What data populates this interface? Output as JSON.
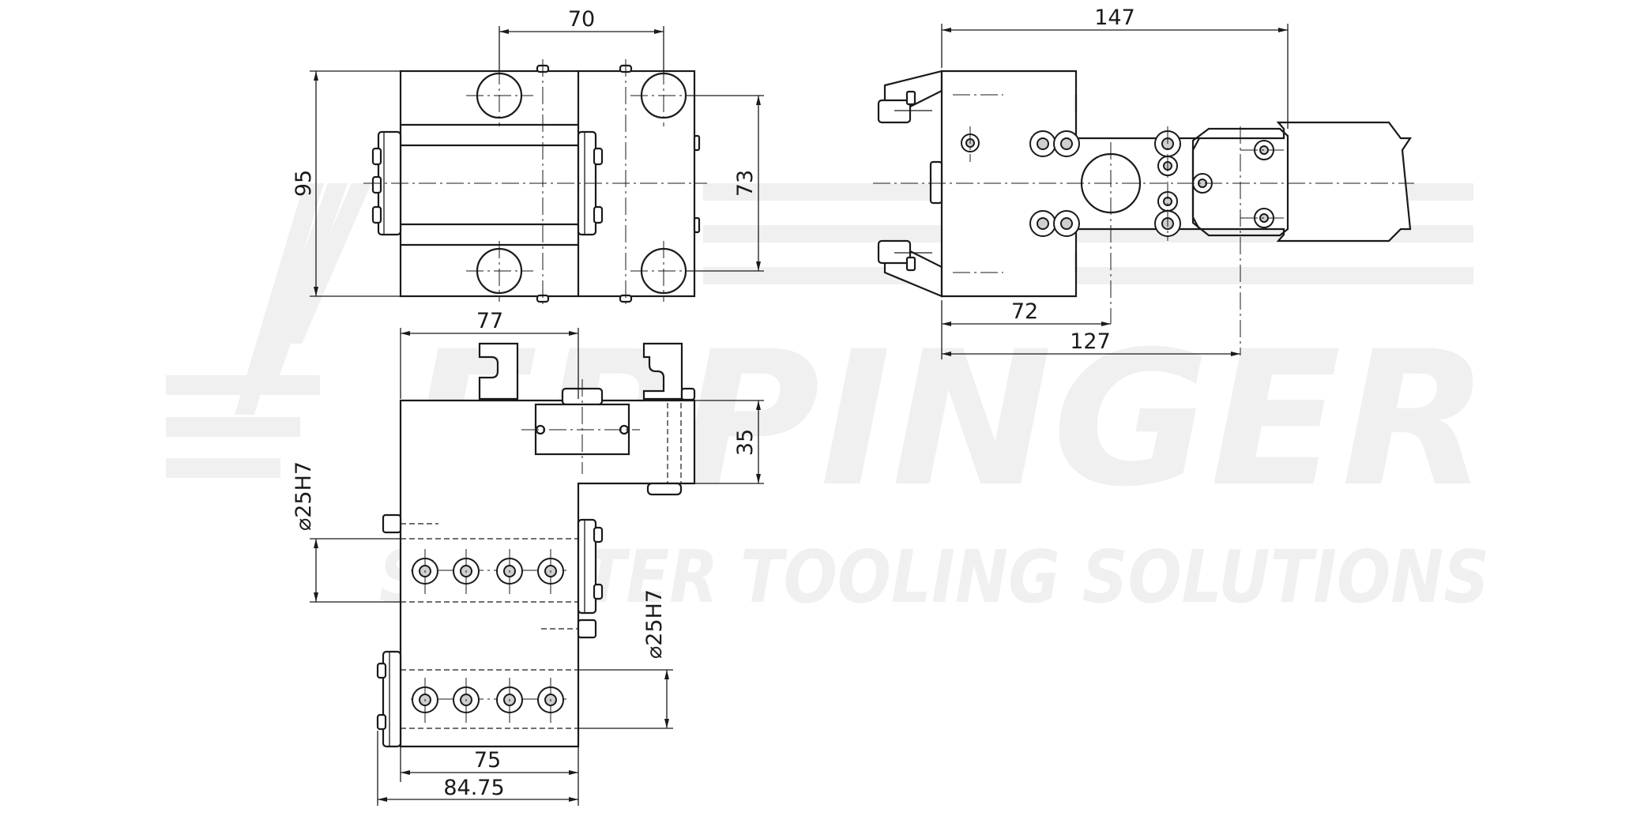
{
  "watermark": {
    "brand": "EPPINGER",
    "tagline": "SMARTER TOOLING SOLUTIONS",
    "color": "#f0f0f0"
  },
  "dimensions": {
    "top_left_width": "70",
    "top_left_height": "95",
    "top_left_bore_spacing": "73",
    "top_right_overall": "147",
    "top_right_offset_a": "72",
    "top_right_offset_b": "127",
    "bottom_top_width": "77",
    "bottom_shank_height": "35",
    "bottom_bore_1": "⌀25H7",
    "bottom_bore_2": "⌀25H7",
    "bottom_body_width": "75",
    "bottom_overall_width": "84.75"
  },
  "colors": {
    "line": "#1a1a1a",
    "screw_fill": "#cfcfcf",
    "background": "#ffffff"
  }
}
